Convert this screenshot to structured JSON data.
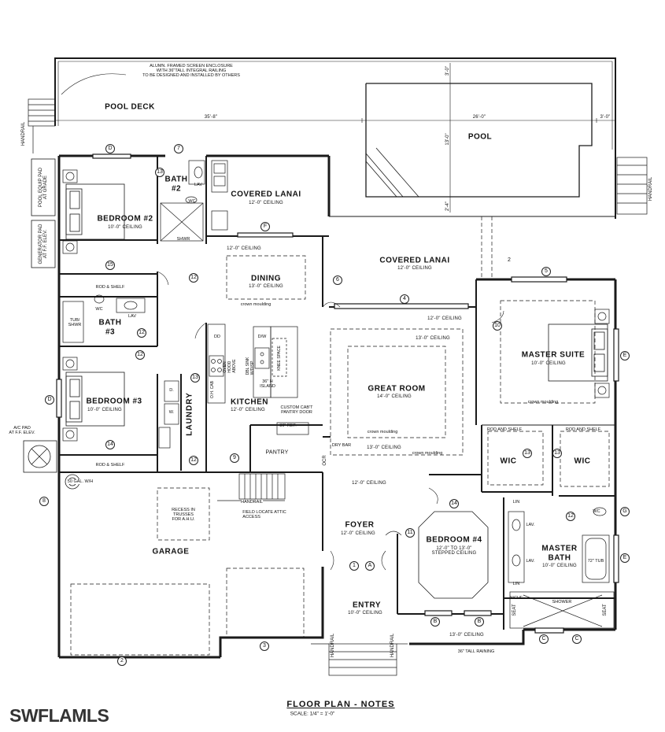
{
  "rooms": {
    "pool_deck": "POOL DECK",
    "pool": "POOL",
    "bedroom2": "BEDROOM #2",
    "bedroom2_ceiling": "10'-0\" CEILING",
    "bath2": "BATH\n#2",
    "covered_lanai_1": "COVERED LANAI",
    "covered_lanai_1_ceiling": "12'-0\" CEILING",
    "covered_lanai_2": "COVERED LANAI",
    "covered_lanai_2_ceiling": "12'-0\" CEILING",
    "dining": "DINING",
    "dining_ceiling": "13'-0\" CEILING",
    "bath3": "BATH\n#3",
    "bedroom3": "BEDROOM #3",
    "bedroom3_ceiling": "10'-0\" CEILING",
    "laundry": "LAUNDRY",
    "kitchen": "KITCHEN",
    "kitchen_ceiling": "12'-0\" CEILING",
    "great_room": "GREAT ROOM",
    "great_room_ceiling": "14'-0\" CEILING",
    "master_suite": "MASTER SUITE",
    "master_suite_ceiling": "10'-0\" CEILING",
    "wic_left": "WIC",
    "wic_right": "WIC",
    "pantry": "PANTRY",
    "garage": "GARAGE",
    "foyer": "FOYER",
    "foyer_ceiling": "12'-0\" CEILING",
    "bedroom4": "BEDROOM #4",
    "bedroom4_ceiling": "12'-0\" TO 13'-0\"\nSTEPPED CEILING",
    "master_bath": "MASTER\nBATH",
    "master_bath_ceiling": "10'-0\" CEILING",
    "entry": "ENTRY",
    "entry_ceiling": "10'-0\" CEILING"
  },
  "notes": {
    "enclosure": "ALUMN. FRAMED SCREEN ENCLOSURE\nWITH 36\"TALL INTEGRAL RAILING\nTO BE DESIGNED AND INSTALLED BY OTHERS",
    "dim_35_8": "35'-8\"",
    "dim_26_0": "26'-0\"",
    "dim_3_0": "3'-0\"",
    "dim_3_0_v": "3'-0\"",
    "dim_13_0_v": "13'-0\"",
    "dim_2_4_v": "2'-4\"",
    "handrail_left": "HANDRAIL",
    "handrail_right": "HANDRAIL",
    "handrail_stairs": "HANDRAIL",
    "handrail_entry_l": "HANDRAIL",
    "handrail_entry_r": "HANDRAIL",
    "pool_equip": "POOL EQUIP PAD\nAT GRADE",
    "generator": "GENERATOR PAD\nAT F.F. ELEV.",
    "ac_pad": "A/C PAD\nAT F.F. ELEV.",
    "water_heater": "50 GAL. W/H",
    "ceiling_12_dining_top": "12'-0\" CEILING",
    "ceiling_12_great_top": "12'-0\" CEILING",
    "ceiling_13_great": "13'-0\" CEILING",
    "ceiling_13_great_low": "13'-0\" CEILING",
    "ceiling_12_foyer_top": "12'-0\" CEILING",
    "ceiling_13_bottom": "13'-0\" CEILING",
    "rail_36": "36\" TALL RAINING",
    "crown_dining": "crown moulding",
    "crown_great": "crown moulding",
    "crown_great_low": "crown moulding",
    "crown_master": "crown moulding",
    "rod_shelf_1": "ROD & SHELF",
    "rod_shelf_2": "ROD & SHELF",
    "rod_shelf_3": "ROD AND SHELF",
    "rod_shelf_4": "ROD AND SHELF",
    "recess": "RECESS IN\nTRUSSES\nFOR A.H.U.",
    "attic": "FIELD LOCATE ATTIC\nACCESS",
    "custom_cab": "CUSTOM CAB'T\nPANTRY DOOR",
    "ref": "36\" REF.",
    "dry_bar": "DRY BAR",
    "ocr": "OCR",
    "island": "36\" H\nISLAND",
    "knee_space": "KNEE SPACE",
    "dbl_sink": "DBL SINK\nW/DISP",
    "dw": "D/W",
    "dd": "DD",
    "oven": "OVEN\nHOOD\nABOVE",
    "oh_cab": "O.H. CAB",
    "dryer": "D.",
    "washer": "W.",
    "lav_b2": "LAV",
    "wc_b2": "WC",
    "shwr_b2": "SHWR",
    "tub_shwr": "TUB/\nSHWR",
    "wc_b3": "WC",
    "lav_b3": "LAV",
    "lin_1": "LIN",
    "lin_2": "LIN",
    "lav_m1": "LAV.",
    "lav_m2": "LAV.",
    "wc_m": "WC",
    "tub_72": "72\" TUB",
    "shower": "SHOWER",
    "niche": "NICHE",
    "seat_l": "SEAT",
    "seat_r": "SEAT"
  },
  "tags": {
    "D1": "D",
    "D2": "D",
    "E1": "E",
    "E2": "E",
    "F": "F",
    "G": "G",
    "A": "A",
    "B1": "B",
    "B2": "B",
    "C1": "C",
    "C2": "C",
    "n1": "1",
    "n2": "2",
    "n3": "3",
    "n4": "4",
    "n5": "5",
    "n6": "6",
    "n7": "7",
    "n8": "8",
    "n9": "9",
    "n10": "10",
    "n11": "11",
    "n12a": "12",
    "n12b": "12",
    "n12c": "12",
    "n12d": "12",
    "n13a": "13",
    "n13b": "13",
    "n13c": "13",
    "n13d": "13",
    "n14a": "14",
    "n14b": "14",
    "n15": "15",
    "tri2": "2"
  },
  "footer": {
    "title": "FLOOR PLAN - NOTES",
    "scale": "SCALE: 1/4\" = 1'-0\"",
    "watermark": "SWFLAMLS"
  }
}
